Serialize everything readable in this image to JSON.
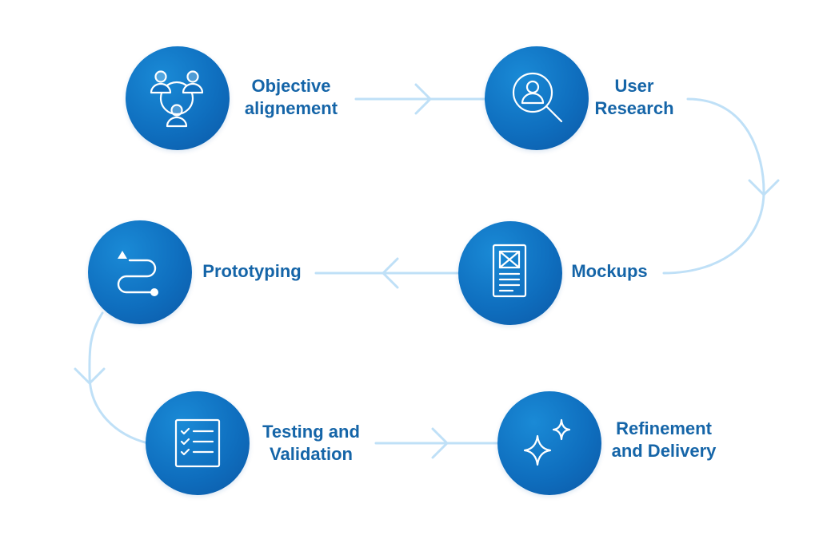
{
  "colors": {
    "node_fill": "#0f6fbf",
    "label_text": "#1565a8",
    "connector": "#bfe0f7"
  },
  "steps": [
    {
      "icon": "people-group-icon",
      "lines": [
        "Objective",
        "alignement"
      ]
    },
    {
      "icon": "user-search-icon",
      "lines": [
        "User",
        "Research"
      ]
    },
    {
      "icon": "wireframe-document-icon",
      "lines": [
        "Mockups"
      ]
    },
    {
      "icon": "path-route-icon",
      "lines": [
        "Prototyping"
      ]
    },
    {
      "icon": "checklist-icon",
      "lines": [
        "Testing and",
        "Validation"
      ]
    },
    {
      "icon": "sparkles-icon",
      "lines": [
        "Refinement",
        "and Delivery"
      ]
    }
  ]
}
